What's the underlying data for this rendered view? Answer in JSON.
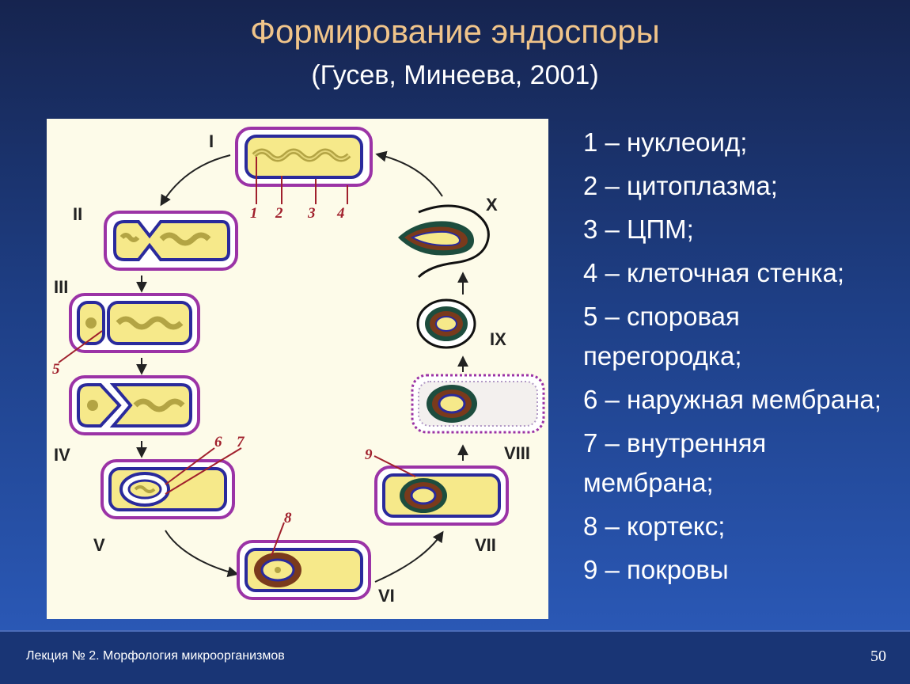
{
  "slide": {
    "title": "Формирование эндоспоры",
    "subtitle": "(Гусев, Минеева, 2001)"
  },
  "diagram": {
    "stages": [
      "I",
      "II",
      "III",
      "IV",
      "V",
      "VI",
      "VII",
      "VIII",
      "IX",
      "X"
    ],
    "markers": [
      "1",
      "2",
      "3",
      "4",
      "5",
      "6",
      "7",
      "8",
      "9"
    ]
  },
  "legend": [
    "1 – нуклеоид;",
    "2 – цитоплазма;",
    "3 – ЦПМ;",
    "4 – клеточная стенка;",
    "5 – споровая перегородка;",
    "6 – наружная мембрана;",
    "7 – внутренняя мембрана;",
    "8 – кортекс;",
    "9 – покровы"
  ],
  "footer": {
    "text": "Лекция № 2. Морфология микроорганизмов",
    "page_number": "50"
  },
  "colors": {
    "cell_wall": "#9b33a6",
    "membrane": "#2a2a9c",
    "cytoplasm": "#f6e98a",
    "cortex": "#7a3a1c",
    "coat": "#1d4d3e",
    "label_marker": "#a0202c",
    "title": "#f0c48a"
  }
}
